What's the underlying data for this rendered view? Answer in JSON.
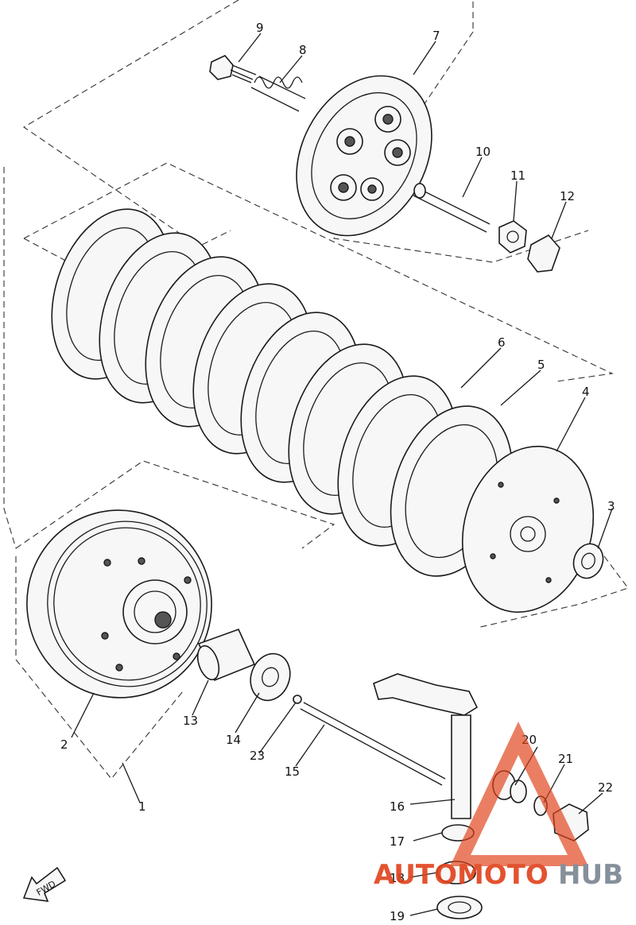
{
  "diagram": {
    "part_numbers": [
      "1",
      "2",
      "3",
      "4",
      "5",
      "6",
      "7",
      "8",
      "9",
      "10",
      "11",
      "12",
      "13",
      "14",
      "15",
      "16",
      "17",
      "18",
      "19",
      "20",
      "21",
      "22",
      "23"
    ],
    "direction_marker": "FWD"
  },
  "watermark": {
    "part_red": "AUTOMOTO",
    "part_grey": "HUB",
    "colors": {
      "red": "#e0411a",
      "grey": "#7a8590"
    }
  }
}
